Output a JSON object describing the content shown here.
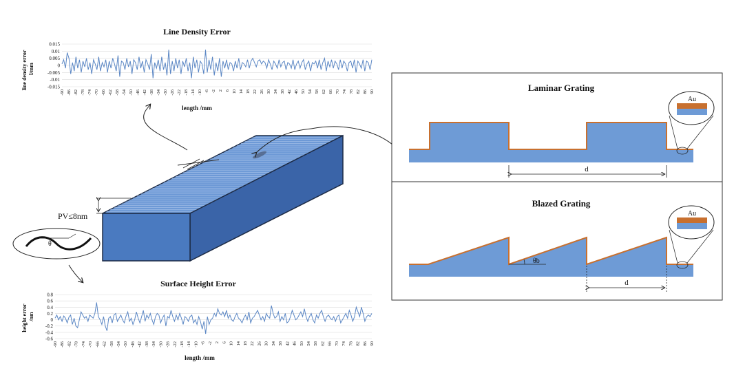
{
  "line_density_chart": {
    "title": "Line Density Error",
    "ylabel_line1": "line density error",
    "ylabel_line2": "l/mm",
    "xlabel": "length /mm",
    "y_ticks": [
      "0.015",
      "0.01",
      "0.005",
      "0",
      "-0.005",
      "-0.01",
      "-0.015"
    ],
    "x_ticks": [
      "-90",
      "-86",
      "-82",
      "-78",
      "-74",
      "-70",
      "-66",
      "-62",
      "-58",
      "-54",
      "-50",
      "-46",
      "-42",
      "-38",
      "-34",
      "-30",
      "-26",
      "-22",
      "-18",
      "-14",
      "-10",
      "-6",
      "-2",
      "2",
      "6",
      "10",
      "14",
      "18",
      "22",
      "26",
      "30",
      "34",
      "38",
      "42",
      "46",
      "50",
      "54",
      "58",
      "62",
      "66",
      "70",
      "74",
      "78",
      "82",
      "86",
      "90"
    ]
  },
  "surface_height_chart": {
    "title": "Surface Height Error",
    "ylabel_line1": "height error",
    "ylabel_line2": "/nm",
    "xlabel": "length /mm",
    "y_ticks": [
      "0.8",
      "0.6",
      "0.4",
      "0.2",
      "0",
      "-0.2",
      "-0.4",
      "-0.6"
    ],
    "x_ticks": [
      "-90",
      "-86",
      "-82",
      "-78",
      "-74",
      "-70",
      "-66",
      "-62",
      "-58",
      "-54",
      "-50",
      "-46",
      "-42",
      "-38",
      "-34",
      "-30",
      "-26",
      "-22",
      "-18",
      "-14",
      "-10",
      "-6",
      "-2",
      "2",
      "6",
      "10",
      "14",
      "18",
      "22",
      "26",
      "30",
      "34",
      "38",
      "42",
      "46",
      "50",
      "54",
      "58",
      "62",
      "66",
      "70",
      "74",
      "78",
      "82",
      "86",
      "90"
    ]
  },
  "grating_block": {
    "pv_label": "PV≤8nm",
    "theta_label": "θ"
  },
  "laminar": {
    "title": "Laminar  Grating",
    "coating_label": "Au",
    "period_label": "d"
  },
  "blazed": {
    "title": "Blazed  Grating",
    "coating_label": "Au",
    "angle_label": "θb",
    "period_label": "d"
  },
  "colors": {
    "substrate": "#6e9bd6",
    "coating": "#c8702f",
    "block_front": "#4a7ac0",
    "block_top": "#6d99d6",
    "block_side": "#3a64a8",
    "series": "#5a86c4"
  },
  "chart_data": [
    {
      "type": "line",
      "title": "Line Density Error",
      "ylabel": "line density error l/mm",
      "xlabel": "length /mm",
      "xlim": [
        -90,
        90
      ],
      "ylim": [
        -0.015,
        0.015
      ],
      "series": [
        {
          "values": [
            0.001,
            0.004,
            -0.002,
            0.009,
            0.005,
            -0.006,
            0.002,
            -0.004,
            0.006,
            -0.002,
            0.004,
            -0.005,
            0.003,
            -0.001,
            0.005,
            -0.003,
            0.002,
            -0.006,
            0.004,
            0.001,
            -0.003,
            0.006,
            -0.004,
            0.002,
            -0.001,
            0.004,
            -0.005,
            0.003,
            -0.002,
            0.005,
            0.001,
            -0.004,
            0.007,
            -0.008,
            0.003,
            0.002,
            -0.003,
            0.005,
            -0.001,
            0.003,
            -0.006,
            0.004,
            0.002,
            -0.003,
            0.006,
            -0.002,
            0.003,
            -0.005,
            0.004,
            0.001,
            -0.003,
            0.008,
            -0.009,
            0.002,
            -0.002,
            0.004,
            -0.004,
            0.006,
            -0.003,
            0.002,
            -0.007,
            0.011,
            -0.006,
            0.003,
            -0.004,
            0.005,
            -0.002,
            0.004,
            -0.006,
            0.003,
            -0.001,
            0.005,
            -0.004,
            0.002,
            -0.009,
            0.006,
            -0.002,
            0.004,
            -0.005,
            0.003,
            0.001,
            -0.006,
            0.011,
            -0.005,
            0.004,
            -0.003,
            0.006,
            -0.007,
            0.002,
            -0.004,
            0.005,
            -0.008,
            0.003,
            -0.002,
            0.004,
            -0.003,
            0.002,
            0.001,
            -0.004,
            0.003,
            -0.002,
            0.005,
            -0.003,
            0.002,
            0.001,
            -0.001,
            0.004,
            -0.002,
            0.003,
            0.005,
            0.002,
            -0.001,
            0.003,
            0.004,
            0.001,
            0.003,
            0.002,
            -0.002,
            0.004,
            0.001,
            -0.003,
            0.003,
            0.001,
            -0.002,
            0.004,
            -0.001,
            0.002,
            0.003,
            -0.003,
            0.002,
            0.001,
            -0.002,
            0.004,
            -0.003,
            0.001,
            0.003,
            -0.002,
            0.002,
            0.004,
            -0.003,
            0.001,
            0.003,
            -0.004,
            0.002,
            0.001,
            0.003,
            -0.002,
            0.004,
            -0.003,
            0.002,
            0.005,
            -0.004,
            0.003,
            -0.001,
            0.004,
            -0.002,
            0.003,
            0.001,
            -0.003,
            0.004,
            -0.002,
            0.003,
            0.001,
            -0.004,
            0.002,
            0.003,
            -0.002,
            0.004,
            -0.005,
            0.003,
            0.001,
            -0.002,
            0.004,
            -0.004,
            0.003,
            0.002,
            -0.003,
            0.004
          ]
        }
      ]
    },
    {
      "type": "line",
      "title": "Surface Height Error",
      "ylabel": "height error /nm",
      "xlabel": "length /mm",
      "xlim": [
        -90,
        90
      ],
      "ylim": [
        -0.6,
        0.8
      ],
      "series": [
        {
          "values": [
            0.05,
            0.15,
            0.0,
            0.1,
            -0.05,
            0.12,
            0.05,
            -0.1,
            0.08,
            0.15,
            -0.15,
            0.05,
            -0.2,
            -0.25,
            0.0,
            0.25,
            0.15,
            0.05,
            0.1,
            -0.05,
            0.15,
            0.1,
            0.05,
            0.2,
            0.55,
            0.1,
            0.0,
            -0.15,
            0.1,
            -0.2,
            -0.35,
            0.05,
            0.1,
            -0.1,
            0.15,
            0.2,
            -0.05,
            0.05,
            0.15,
            0.0,
            -0.1,
            0.12,
            0.25,
            -0.05,
            0.05,
            -0.15,
            0.0,
            0.25,
            0.05,
            -0.1,
            0.1,
            0.3,
            -0.05,
            0.15,
            0.05,
            0.2,
            0.0,
            -0.15,
            0.1,
            0.2,
            0.15,
            -0.1,
            0.05,
            0.15,
            -0.2,
            0.1,
            0.05,
            0.3,
            0.1,
            -0.05,
            0.15,
            0.0,
            0.2,
            0.05,
            -0.15,
            0.1,
            0.05,
            -0.05,
            0.1,
            0.15,
            -0.1,
            0.0,
            -0.15,
            0.1,
            -0.05,
            -0.3,
            -0.05,
            -0.45,
            0.1,
            -0.15,
            0.0,
            0.05,
            0.2,
            0.1,
            0.35,
            0.2,
            0.15,
            0.25,
            0.1,
            0.3,
            0.05,
            0.15,
            0.0,
            -0.05,
            0.1,
            0.2,
            0.05,
            0.0,
            -0.1,
            0.05,
            0.15,
            0.0,
            0.25,
            -0.1,
            0.05,
            0.1,
            0.2,
            0.3,
            0.15,
            0.0,
            0.1,
            -0.05,
            0.2,
            0.1,
            0.05,
            0.45,
            0.2,
            0.05,
            0.1,
            0.25,
            -0.05,
            0.1,
            0.0,
            0.2,
            -0.1,
            -0.05,
            0.1,
            0.3,
            0.15,
            0.0,
            0.05,
            0.15,
            0.25,
            0.1,
            0.35,
            0.1,
            -0.05,
            0.1,
            0.2,
            0.0,
            -0.1,
            0.15,
            0.05,
            0.2,
            0.3,
            0.1,
            -0.05,
            0.1,
            0.15,
            0.05,
            0.0,
            0.1,
            -0.05,
            0.1,
            0.15,
            -0.1,
            0.0,
            0.1,
            0.2,
            0.05,
            0.3,
            0.15,
            -0.05,
            0.1,
            0.4,
            0.25,
            0.1,
            0.4,
            0.2,
            -0.05,
            0.1,
            0.15,
            0.1,
            0.2
          ]
        }
      ]
    }
  ]
}
